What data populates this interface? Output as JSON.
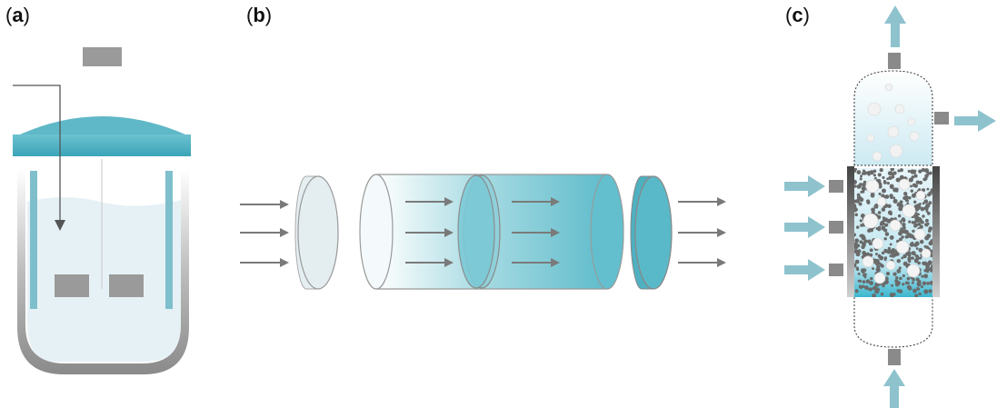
{
  "panels": [
    {
      "id": "a",
      "open": "(",
      "letter": "a",
      "close": ")"
    },
    {
      "id": "b",
      "open": "(",
      "letter": "b",
      "close": ")"
    },
    {
      "id": "c",
      "open": "(",
      "letter": "c",
      "close": ")"
    }
  ],
  "colors": {
    "teal": "#5fbccb",
    "teal_dark": "#2e9aae",
    "liquid": "#e6f1f6",
    "metal": "#8c8c8c",
    "arrow_gray": "#7a7a7a",
    "arrow_blue": "#8ec3cd",
    "particle": "#6a6a6a"
  }
}
